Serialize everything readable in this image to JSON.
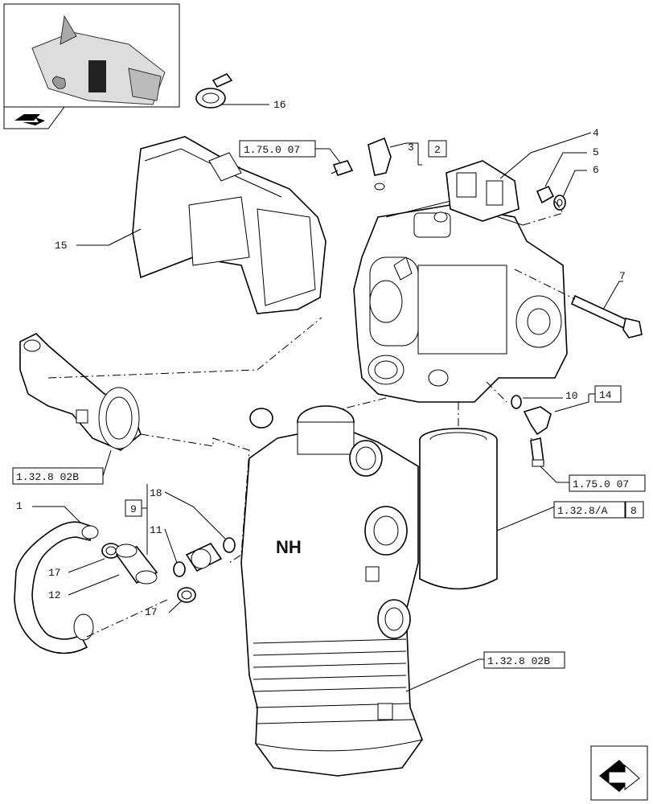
{
  "refs": {
    "ref_top": "1.75.0 07",
    "ref_left": "1.32.8 02B",
    "ref_right_lower": "1.75.0 07",
    "ref_filter": "1.32.8/A",
    "ref_housing": "1.32.8 02B"
  },
  "boxed_numbers": {
    "b2": "2",
    "b8": "8",
    "b9": "9",
    "b14": "14"
  },
  "callouts": {
    "c1": "1",
    "c3": "3",
    "c4": "4",
    "c5": "5",
    "c6": "6",
    "c7": "7",
    "c10": "10",
    "c11": "11",
    "c12": "12",
    "c15": "15",
    "c16": "16",
    "c17a": "17",
    "c17b": "17",
    "c18": "18"
  },
  "housing_logo": "NH",
  "icons": {
    "thumbnail": "tractor-transmission-thumbnail",
    "back": "book-arrow-icon",
    "next": "next-page-arrow-icon"
  }
}
